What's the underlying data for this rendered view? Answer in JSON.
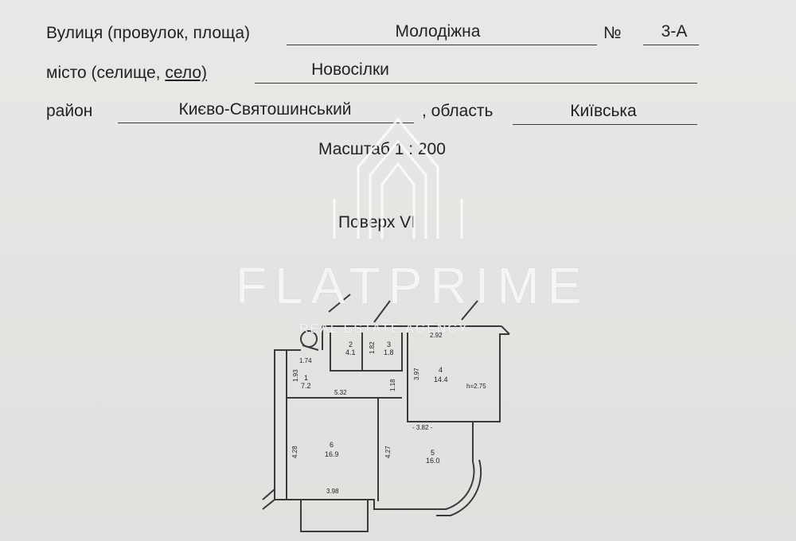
{
  "form": {
    "street_label": "Вулиця (провулок, площа)",
    "street_value": "Молодіжна",
    "number_label": "№",
    "number_value": "3-А",
    "city_label_a": "місто (селище, ",
    "city_label_b": "село)",
    "city_value": "Новосілки",
    "district_label": "район",
    "district_value": "Києво-Святошинський",
    "region_label": ", область",
    "region_value": "Київська"
  },
  "scale_text": "Масштаб 1 : 200",
  "floor_text": "Поверх VI",
  "watermark": {
    "brand": "FLATPRIME",
    "tagline": "REAL ESTATE AGENCY"
  },
  "plan": {
    "rooms": [
      {
        "number": "1",
        "area": "7.2"
      },
      {
        "number": "2",
        "area": "4.1"
      },
      {
        "number": "3",
        "area": "1.8"
      },
      {
        "number": "4",
        "area": "14.4"
      },
      {
        "number": "5",
        "area": "16.0"
      },
      {
        "number": "6",
        "area": "16.9"
      }
    ],
    "dimensions": {
      "d_174": "1.74",
      "d_193": "1.93",
      "d_532": "5.32",
      "d_182": "1.82",
      "d_397": "3.97",
      "d_118": "1.18",
      "d_382": "- 3.82 -",
      "d_428": "4.28",
      "d_427": "4.27",
      "d_398": "3.98",
      "d_top": "2.92",
      "height": "h=2.75"
    }
  }
}
